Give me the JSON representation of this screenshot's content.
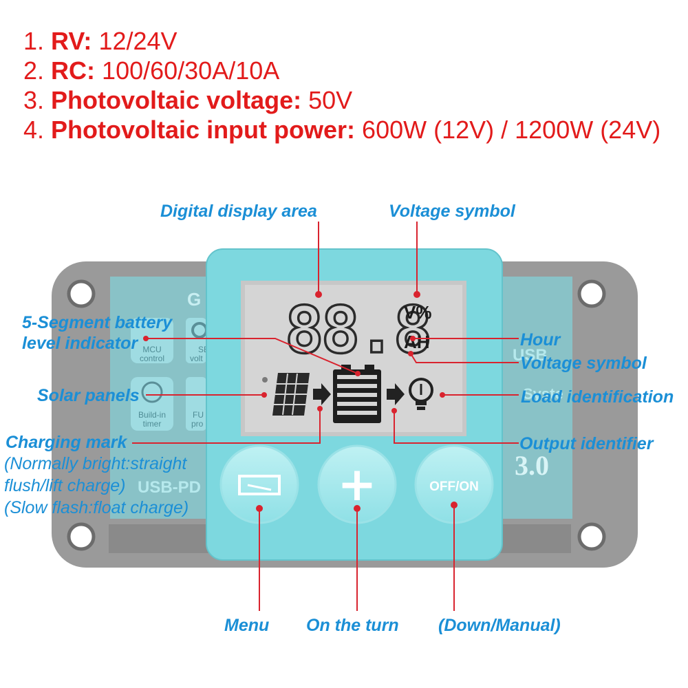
{
  "specs": [
    {
      "num": "1.",
      "key": "RV:",
      "value": "12/24V"
    },
    {
      "num": "2.",
      "key": "RC:",
      "value": "100/60/30A/10A"
    },
    {
      "num": "3.",
      "key": "Photovoltaic voltage:",
      "value": "50V"
    },
    {
      "num": "4.",
      "key": "Photovoltaic input power:",
      "value": "600W (12V) / 1200W (24V)"
    }
  ],
  "callouts": {
    "digital_display_area": "Digital display area",
    "voltage_symbol_top": "Voltage symbol",
    "battery_indicator_line1": "5-Segment battery",
    "battery_indicator_line2": "level indicator",
    "hour": "Hour",
    "voltage_symbol_right": "Voltage symbol",
    "solar_panels": "Solar panels",
    "load_identification": "Load identification",
    "charging_mark": "Charging mark",
    "charging_note_1": "(Normally bright:straight",
    "charging_note_2": "flush/lift charge)",
    "charging_note_3": "(Slow flash:float charge)",
    "output_identifier": "Output identifier",
    "menu": "Menu",
    "on_the_turn": "On the turn",
    "down_manual": "(Down/Manual)"
  },
  "device": {
    "lcd_digits": "88.8",
    "unit_top": "V%",
    "unit_bottom": "AH",
    "button_middle_glyph": "+",
    "button_right_label": "OFF/ON",
    "bg_version": "3.0",
    "bg_left_header": "G",
    "bg_mcu": "MCU",
    "bg_control": "control",
    "bg_se": "SE",
    "bg_volt": "volt",
    "bg_buildin": "Build-in",
    "bg_timer": "timer",
    "bg_fu": "FU",
    "bg_pro": "pro",
    "bg_usb_pd": "USB-PD",
    "bg_usb": "USB",
    "bg_syste": "Syste"
  },
  "colors": {
    "spec_red": "#e21b1b",
    "callout_blue": "#1b8fd6",
    "leader_red": "#d9232e",
    "panel_cyan": "#7dd8df",
    "lcd_gray": "#d3d3d3",
    "housing_gray": "#9a9a9a"
  }
}
